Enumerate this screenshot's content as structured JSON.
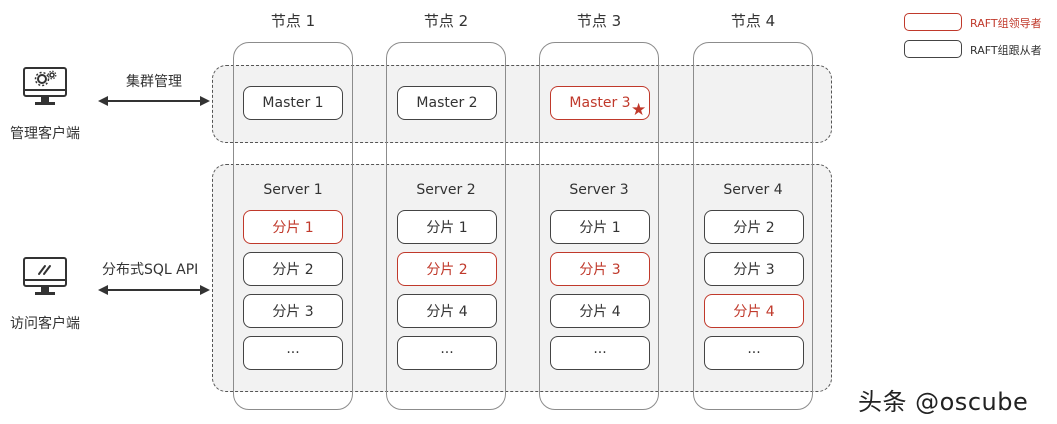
{
  "nodes": [
    {
      "title": "节点 1",
      "master": "Master 1",
      "server": "Server 1",
      "shards": [
        "分片 1",
        "分片 2",
        "分片 3",
        "···"
      ],
      "leader_shard": 0,
      "master_leader": false
    },
    {
      "title": "节点 2",
      "master": "Master 2",
      "server": "Server 2",
      "shards": [
        "分片 1",
        "分片 2",
        "分片 4",
        "···"
      ],
      "leader_shard": 1,
      "master_leader": false
    },
    {
      "title": "节点 3",
      "master": "Master 3",
      "server": "Server 3",
      "shards": [
        "分片 1",
        "分片 3",
        "分片 4",
        "···"
      ],
      "leader_shard": 1,
      "master_leader": true
    },
    {
      "title": "节点 4",
      "master": "",
      "server": "Server 4",
      "shards": [
        "分片 2",
        "分片 3",
        "分片 4",
        "···"
      ],
      "leader_shard": 2,
      "master_leader": false
    }
  ],
  "clients": {
    "admin": {
      "label": "管理客户端",
      "arrow_label": "集群管理"
    },
    "access": {
      "label": "访问客户端",
      "arrow_label": "分布式SQL API"
    }
  },
  "legend": {
    "leader": "RAFT组领导者",
    "follower": "RAFT组跟从者"
  },
  "watermark": "头条 @oscube",
  "colors": {
    "leader": "#c0392b",
    "follower": "#444444",
    "group_bg": "#e8e8e8"
  }
}
